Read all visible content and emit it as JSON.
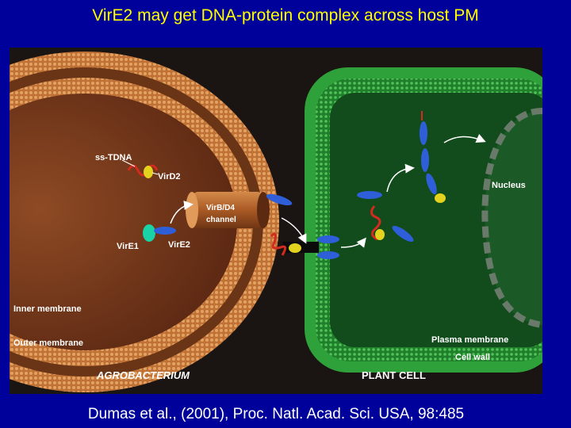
{
  "slide": {
    "title": "VirE2 may get DNA-protein complex across host PM",
    "citation": "Dumas et al., (2001), Proc. Natl. Acad. Sci. USA, 98:485"
  },
  "figure": {
    "labels": {
      "ss_tdna": "ss-TDNA",
      "vird2": "VirD2",
      "vire1": "VirE1",
      "vire2": "VirE2",
      "channel_line1": "VirB/D4",
      "channel_line2": "channel",
      "nucleus": "Nucleus",
      "inner_membrane": "Inner membrane",
      "outer_membrane": "Outer membrane",
      "plasma_membrane": "Plasma membrane",
      "cell_wall": "Cell wall",
      "agrobacterium": "AGROBACTERIUM",
      "plant_cell": "PLANT CELL"
    },
    "colors": {
      "background": "#00009a",
      "title": "#ffff00",
      "citation": "#ffffff",
      "bacterium_membrane": "#c77b3a",
      "bacterium_interior": "#7a3a1c",
      "plant_wall": "#2fa13a",
      "plant_interior": "#0f4a1a",
      "protein_blue": "#2f5fd8",
      "vird2_yellow": "#e3d21e",
      "vire1_teal": "#19d3a6",
      "dna_red": "#d42a1f"
    }
  }
}
